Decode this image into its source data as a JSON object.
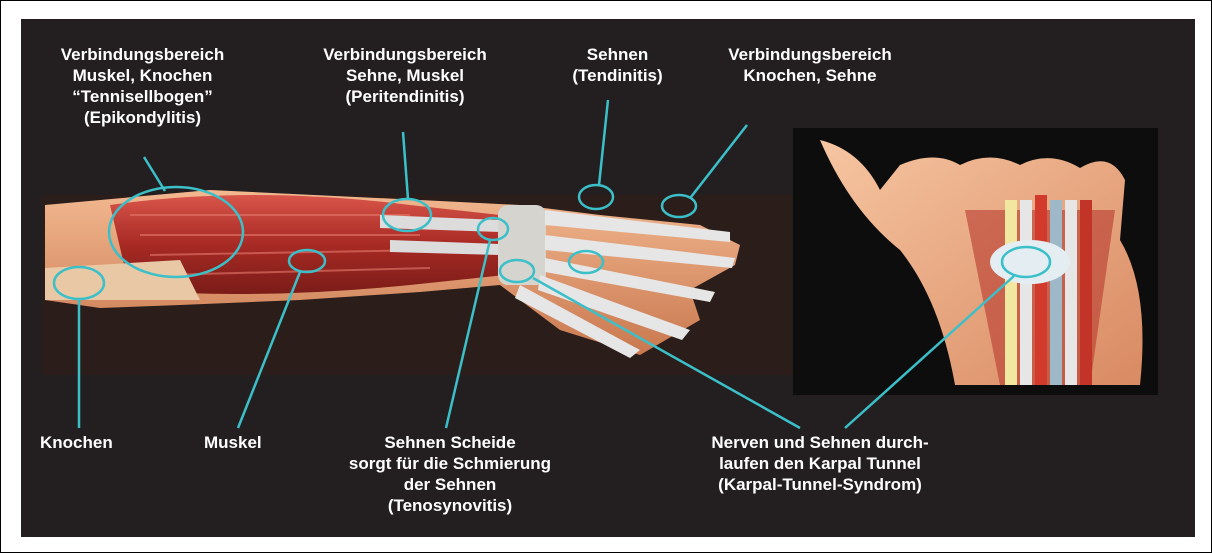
{
  "labels": {
    "muscle_bone_junction": "Verbindungsbereich\nMuskel, Knochen",
    "tennis_elbow": "“Tennisellbogen”\n(Epikondylitis)",
    "tendon_muscle_junction": "Verbindungsbereich\nSehne, Muskel\n(Peritendinitis)",
    "tendons": "Sehnen\n(Tendinitis)",
    "bone_tendon_junction": "Verbindungsbereich\nKnochen, Sehne",
    "bone": "Knochen",
    "muscle": "Muskel",
    "tendon_sheath": "Sehnen Scheide\nsorgt für die Schmierung\nder Sehnen\n(Tenosynovitis)",
    "carpal_tunnel": "Nerven und Sehnen durch-\nlaufen den Karpal Tunnel\n(Karpal-Tunnel-Syndrom)"
  },
  "colors": {
    "background": "#231f20",
    "callout": "#3bbfc8",
    "label_text": "#ffffff",
    "muscle": "#b8322c",
    "skin": "#e8a27c",
    "tendon": "#dcdcdc"
  }
}
